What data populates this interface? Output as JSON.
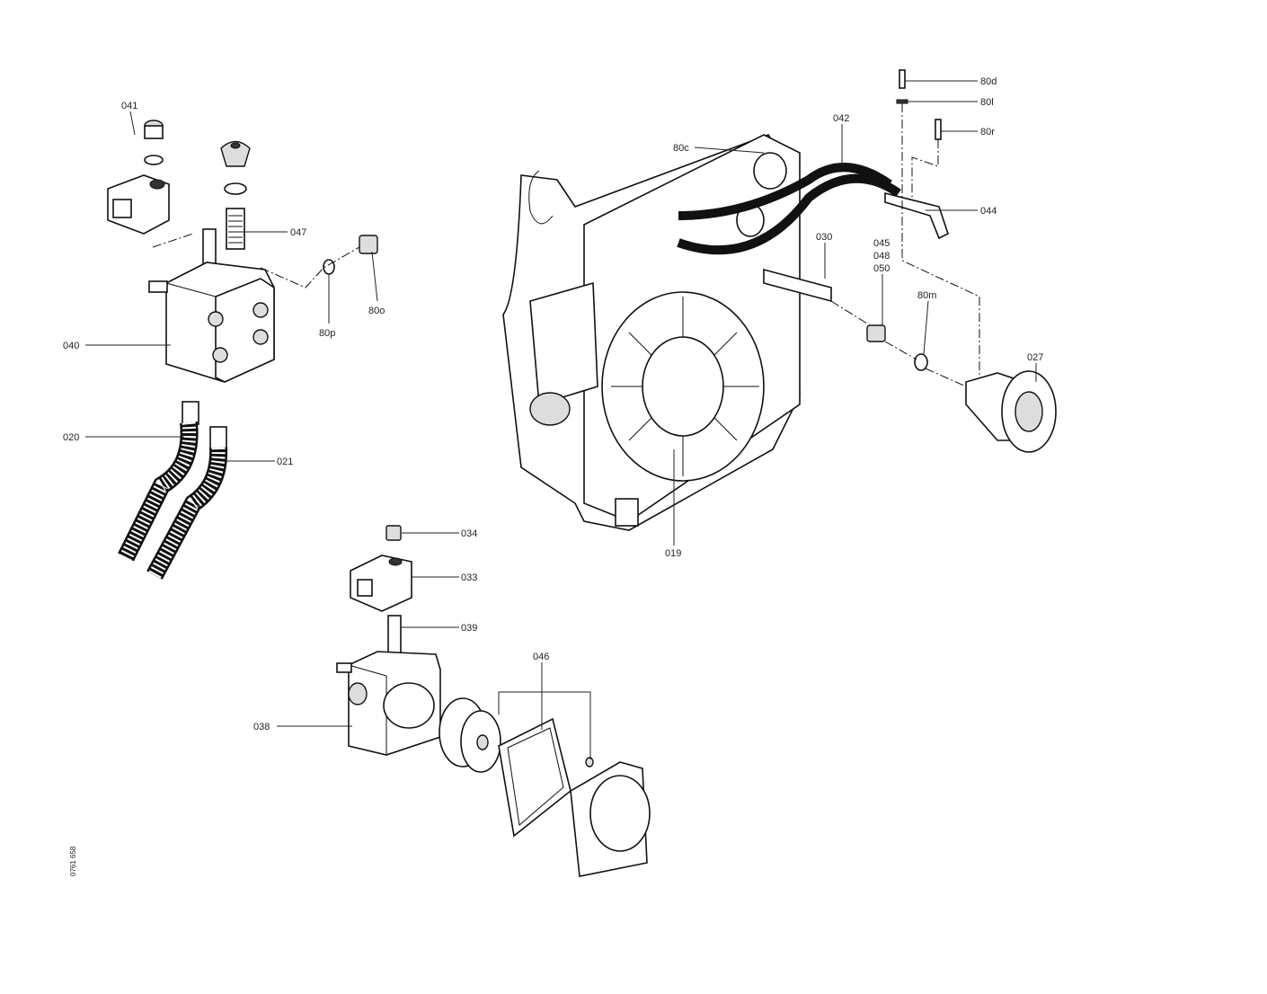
{
  "diagram": {
    "drawing_number": "0761 658",
    "labels": {
      "p041": "041",
      "p047": "047",
      "p80o": "80o",
      "p80p": "80p",
      "p040": "040",
      "p020": "020",
      "p021": "021",
      "p80c": "80c",
      "p042": "042",
      "p80d": "80d",
      "p80l": "80l",
      "p80r": "80r",
      "p044": "044",
      "p030": "030",
      "p045": "045",
      "p048": "048",
      "p050": "050",
      "p80m": "80m",
      "p027": "027",
      "p019": "019",
      "p034": "034",
      "p033": "033",
      "p039": "039",
      "p038": "038",
      "p046": "046"
    }
  }
}
